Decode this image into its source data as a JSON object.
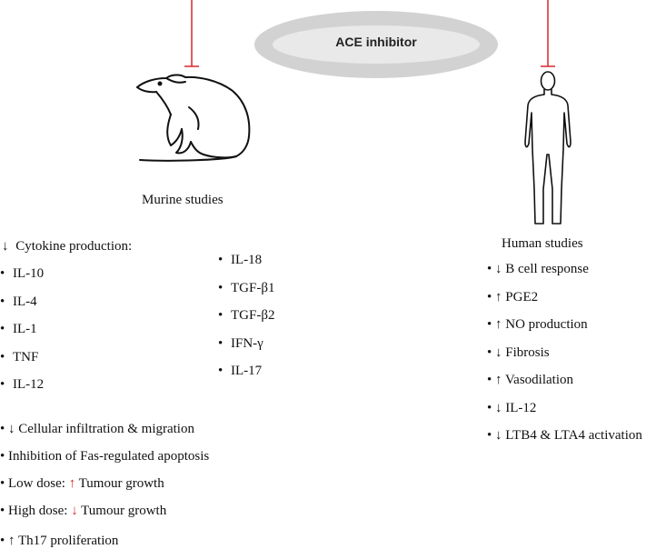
{
  "center": {
    "label": "ACE inhibitor"
  },
  "murine": {
    "caption": "Murine studies"
  },
  "human": {
    "caption": "Human studies"
  },
  "cytokine": {
    "heading_arrow": "↓",
    "heading": "Cytokine production:",
    "bullet": "•",
    "col1": [
      "IL-10",
      "IL-4",
      "IL-1",
      "TNF",
      "IL-12"
    ],
    "col2": [
      "IL-18",
      "TGF-β1",
      "TGF-β2",
      "IFN-γ",
      "IL-17"
    ]
  },
  "murine_effects": [
    {
      "bullet": "•",
      "arrow": "↓",
      "arrow_color": "black",
      "prefix": "",
      "text": "Cellular infiltration & migration"
    },
    {
      "bullet": "•",
      "arrow": "",
      "arrow_color": "black",
      "prefix": "",
      "text": "Inhibition of Fas-regulated apoptosis"
    },
    {
      "bullet": "•",
      "arrow": "↑",
      "arrow_color": "red",
      "prefix": "Low dose:",
      "text": "Tumour growth"
    },
    {
      "bullet": "•",
      "arrow": "↓",
      "arrow_color": "red",
      "prefix": "High dose:",
      "text": "Tumour growth"
    },
    {
      "bullet": "•",
      "arrow": "↑",
      "arrow_color": "black",
      "prefix": "",
      "text": "Th17 proliferation"
    }
  ],
  "human_effects": [
    {
      "bullet": "•",
      "arrow": "↓",
      "text": "B cell response"
    },
    {
      "bullet": "•",
      "arrow": "↑",
      "text": "PGE2"
    },
    {
      "bullet": "•",
      "arrow": "↑",
      "text": "NO production"
    },
    {
      "bullet": "•",
      "arrow": "↓",
      "text": "Fibrosis"
    },
    {
      "bullet": "•",
      "arrow": "↑",
      "text": "Vasodilation"
    },
    {
      "bullet": "•",
      "arrow": "↓",
      "text": "IL-12"
    },
    {
      "bullet": "•",
      "arrow": "↓",
      "text": "LTB4 & LTA4 activation"
    }
  ],
  "colors": {
    "inhibition_line": "#d8262c",
    "ellipse_outer": "#cfcfcf",
    "ellipse_inner": "#e6e6e6",
    "red_arrow": "#d8262c"
  }
}
